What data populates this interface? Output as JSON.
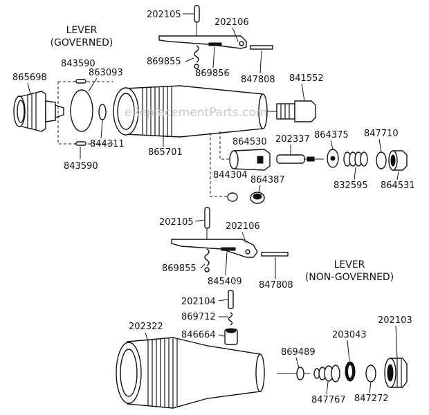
{
  "watermark": "eReplacementParts.com",
  "sections": {
    "governed": {
      "title_line1": "LEVER",
      "title_line2": "(GOVERNED)",
      "parts": {
        "p202105": "202105",
        "p202106": "202106",
        "p869855": "869855",
        "p869856": "869856",
        "p847808": "847808",
        "p841552": "841552",
        "p865698": "865698",
        "p843590_top": "843590",
        "p863093": "863093",
        "p844311": "844311",
        "p843590_bottom": "843590",
        "p865701": "865701",
        "p864530": "864530",
        "p202337": "202337",
        "p864375": "864375",
        "p847710": "847710",
        "p844304": "844304",
        "p864387": "864387",
        "p832595": "832595",
        "p864531": "864531"
      }
    },
    "non_governed": {
      "title_line1": "LEVER",
      "title_line2": "(NON-GOVERNED)",
      "parts": {
        "p202105": "202105",
        "p202106": "202106",
        "p869855": "869855",
        "p845409": "845409",
        "p847808": "847808",
        "p202104": "202104",
        "p869712": "869712",
        "p846664": "846664",
        "p202322": "202322",
        "p869489": "869489",
        "p203043": "203043",
        "p202103": "202103",
        "p847767": "847767",
        "p847272": "847272"
      }
    }
  }
}
